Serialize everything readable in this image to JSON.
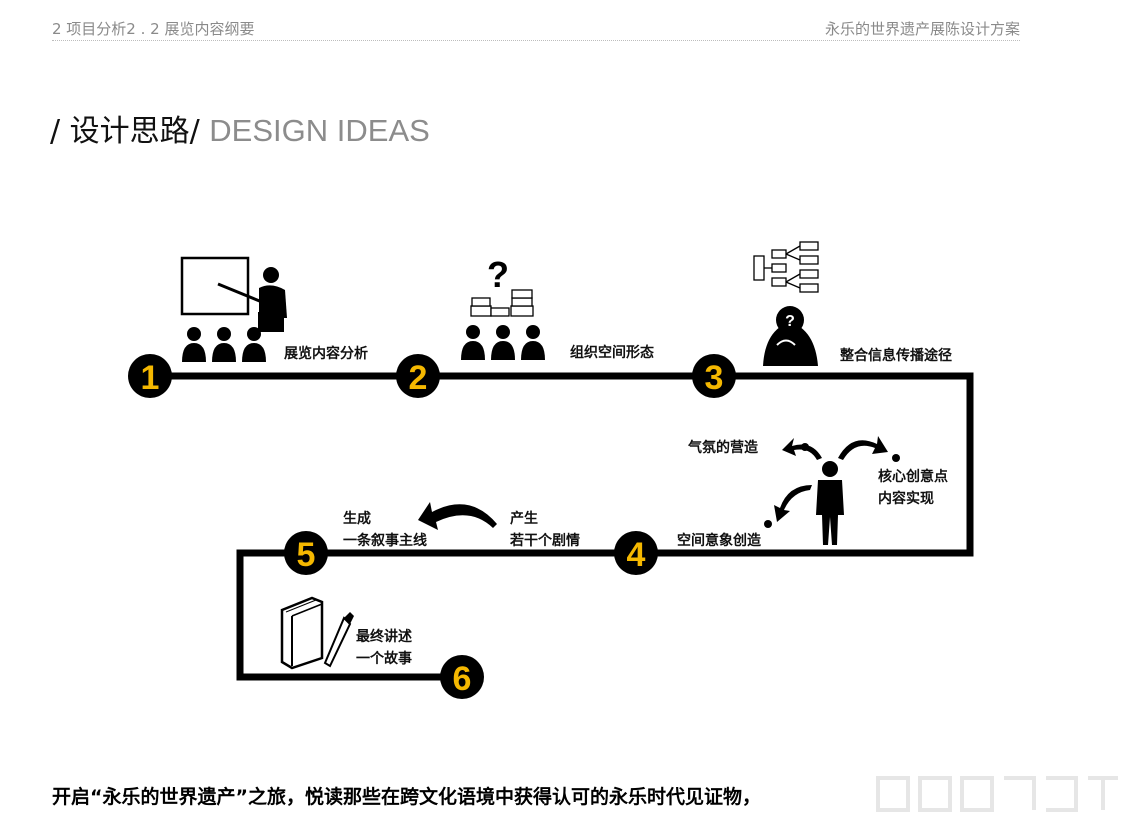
{
  "header": {
    "breadcrumb": "2 项目分析2 . 2 展览内容纲要",
    "project": "永乐的世界遗产展陈设计方案"
  },
  "title": {
    "cn": "/ 设计思路/ ",
    "en": "DESIGN IDEAS"
  },
  "steps": [
    {
      "number": "1",
      "label": "展览内容分析"
    },
    {
      "number": "2",
      "label": "组织空间形态"
    },
    {
      "number": "3",
      "label": "整合信息传播途径"
    },
    {
      "number": "4",
      "label": "空间意象创造"
    },
    {
      "number": "5",
      "label_line1": "生成",
      "label_line2": "一条叙事主线"
    },
    {
      "number": "6",
      "label_line1": "最终讲述",
      "label_line2": "一个故事"
    }
  ],
  "annotations": {
    "atmosphere": "气氛的营造",
    "core_line1": "核心创意点",
    "core_line2": "内容实现",
    "produce_line1": "产生",
    "produce_line2": "若干个剧情"
  },
  "icons": {
    "step1": "presentation-audience-icon",
    "step2": "question-boxes-audience-icon",
    "step3": "org-chart-thinker-icon",
    "person": "standing-person-icon",
    "step6": "book-and-pen-icon"
  },
  "colors": {
    "accent": "#f5b800",
    "path": "#000000",
    "muted": "#8a8a8a"
  },
  "footer": "开启“永乐的世界遗产”之旅，悦读那些在跨文化语境中获得认可的永乐时代见证物，"
}
